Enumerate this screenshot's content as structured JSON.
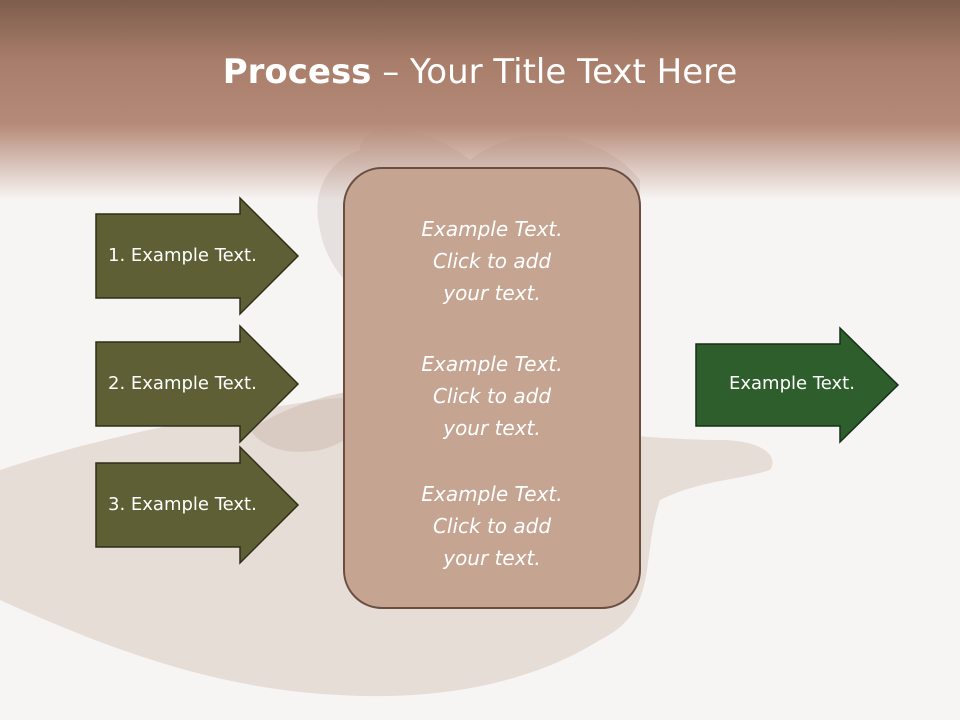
{
  "title": {
    "bold": "Process",
    "rest": " – Your Title Text Here"
  },
  "left_arrows": [
    {
      "label": "1. Example Text."
    },
    {
      "label": "2. Example Text."
    },
    {
      "label": "3. Example Text."
    }
  ],
  "center_box": {
    "blocks": [
      {
        "line1": "Example Text.",
        "line2": "Click  to add",
        "line3": "your text."
      },
      {
        "line1": "Example Text.",
        "line2": "Click  to add",
        "line3": "your text."
      },
      {
        "line1": "Example Text.",
        "line2": "Click  to add",
        "line3": "your text."
      }
    ]
  },
  "right_arrow": {
    "label": "Example Text."
  },
  "colors": {
    "header": "#a87d6a",
    "left_arrow_fill": "#5e5f34",
    "right_arrow_fill": "#2e5e2c",
    "center_box_fill": "#c5a592",
    "center_box_border": "#6b4e3f"
  }
}
